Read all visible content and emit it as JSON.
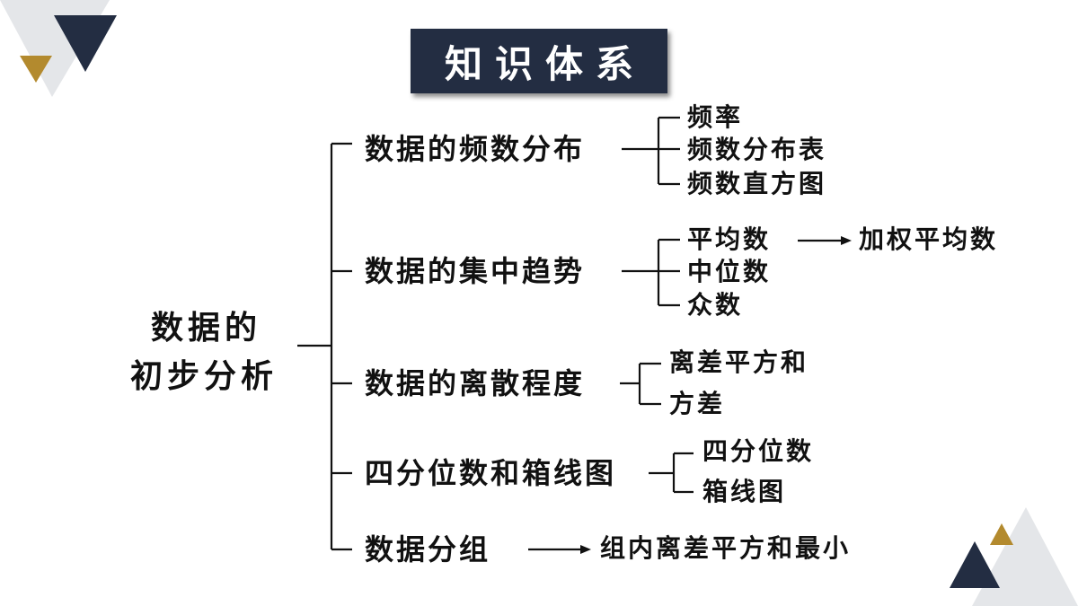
{
  "title": "知识体系",
  "root": {
    "line1": "数据的",
    "line2": "初步分析"
  },
  "branches": [
    {
      "label": "数据的频数分布",
      "children": [
        "频率",
        "频数分布表",
        "频数直方图"
      ]
    },
    {
      "label": "数据的集中趋势",
      "children": [
        "平均数",
        "中位数",
        "众数"
      ],
      "extension": "加权平均数"
    },
    {
      "label": "数据的离散程度",
      "children": [
        "离差平方和",
        "方差"
      ]
    },
    {
      "label": "四分位数和箱线图",
      "children": [
        "四分位数",
        "箱线图"
      ]
    },
    {
      "label": "数据分组",
      "result": "组内离差平方和最小"
    }
  ],
  "colors": {
    "navy": "#232d42",
    "gold": "#b38a2e",
    "gray": "#e3e5e8",
    "line": "#111111"
  }
}
